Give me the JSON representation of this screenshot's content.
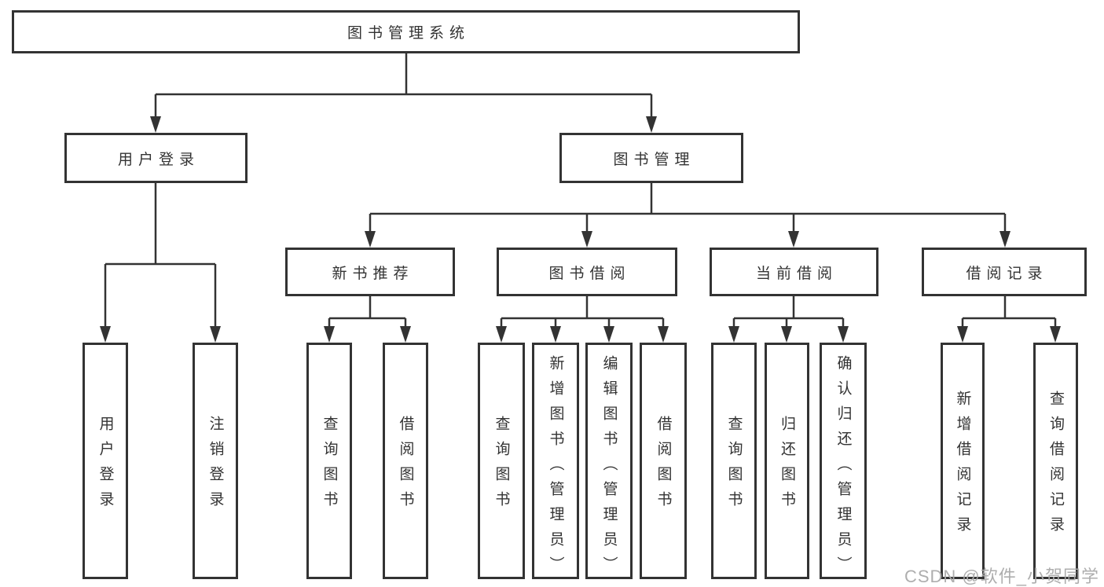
{
  "diagram": {
    "type": "hierarchy-tree",
    "tree": {
      "label": "图书管理系统",
      "children": [
        {
          "label": "用户登录",
          "children": [
            {
              "label": "用户登录"
            },
            {
              "label": "注销登录"
            }
          ]
        },
        {
          "label": "图书管理",
          "children": [
            {
              "label": "新书推荐",
              "children": [
                {
                  "label": "查询图书"
                },
                {
                  "label": "借阅图书"
                }
              ]
            },
            {
              "label": "图书借阅",
              "children": [
                {
                  "label": "查询图书"
                },
                {
                  "label": "新增图书（管理员）"
                },
                {
                  "label": "编辑图书（管理员）"
                },
                {
                  "label": "借阅图书"
                }
              ]
            },
            {
              "label": "当前借阅",
              "children": [
                {
                  "label": "查询图书"
                },
                {
                  "label": "归还图书"
                },
                {
                  "label": "确认归还（管理员）"
                }
              ]
            },
            {
              "label": "借阅记录",
              "children": [
                {
                  "label": "新增借阅记录"
                },
                {
                  "label": "查询借阅记录"
                }
              ]
            }
          ]
        }
      ]
    }
  },
  "watermark": {
    "text": "CSDN @软件_小贺同学",
    "color": "#aaaaaa"
  },
  "colors": {
    "line": "#333333",
    "box_border": "#333333",
    "box_background": "#ffffff",
    "text": "#333333",
    "background": "#ffffff"
  }
}
